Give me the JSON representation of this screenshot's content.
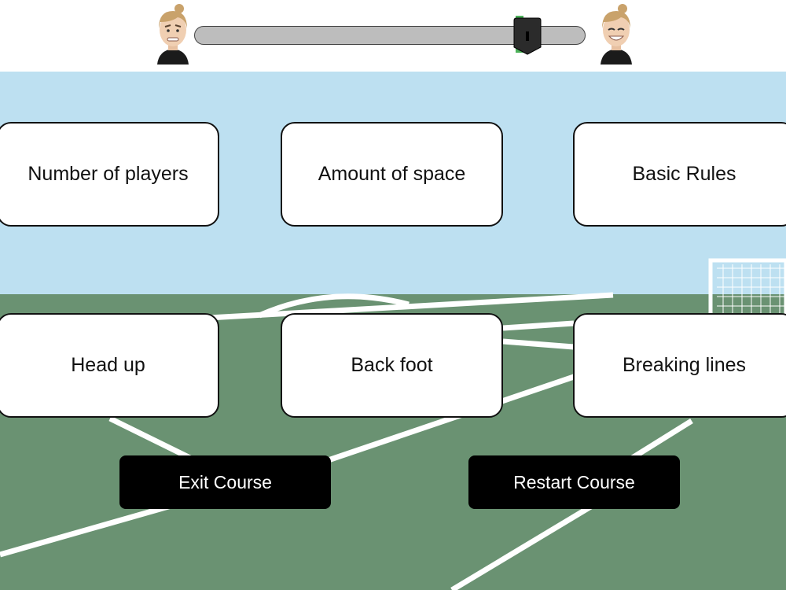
{
  "progress": {
    "level_fraction": 0.88,
    "left_avatar_icon": "unhappy-coach-avatar",
    "right_avatar_icon": "happy-coach-avatar",
    "mark_color": "#4db25a"
  },
  "topics": [
    {
      "label": "Number of players"
    },
    {
      "label": "Amount of space"
    },
    {
      "label": "Basic Rules"
    },
    {
      "label": "Head up"
    },
    {
      "label": "Back foot"
    },
    {
      "label": "Breaking lines"
    }
  ],
  "actions": {
    "exit_label": "Exit Course",
    "restart_label": "Restart Course"
  },
  "colors": {
    "sky": "#bde0f1",
    "pitch": "#6a9272",
    "button": "#000000"
  }
}
